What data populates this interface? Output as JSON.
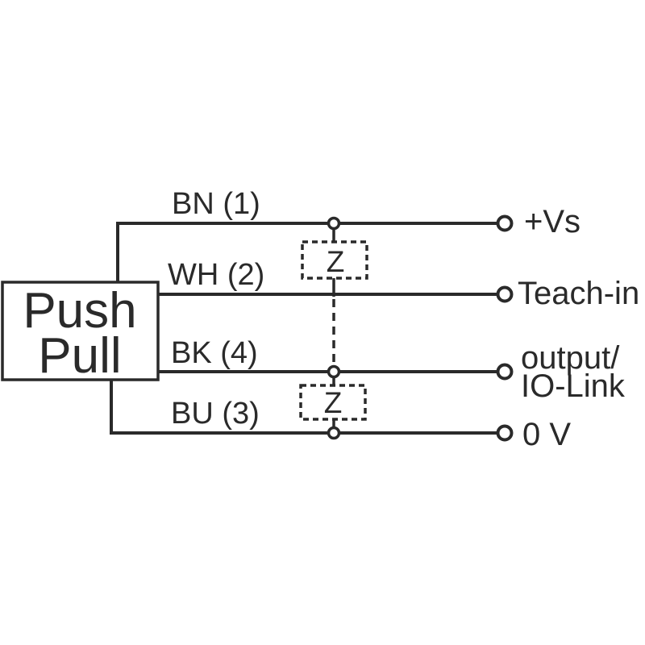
{
  "diagram": {
    "device": {
      "line1": "Push",
      "line2": "Pull"
    },
    "wires": [
      {
        "label": "BN (1)",
        "terminal_lines": [
          "+Vs"
        ]
      },
      {
        "label": "WH (2)",
        "terminal_lines": [
          "Teach-in"
        ]
      },
      {
        "label": "BK (4)",
        "terminal_lines": [
          "output/",
          "IO-Link"
        ]
      },
      {
        "label": "BU (3)",
        "terminal_lines": [
          "0 V"
        ]
      }
    ],
    "suppressor": {
      "label": "Z"
    },
    "colors": {
      "line": "#2a2a2a",
      "background": "#ffffff"
    }
  }
}
